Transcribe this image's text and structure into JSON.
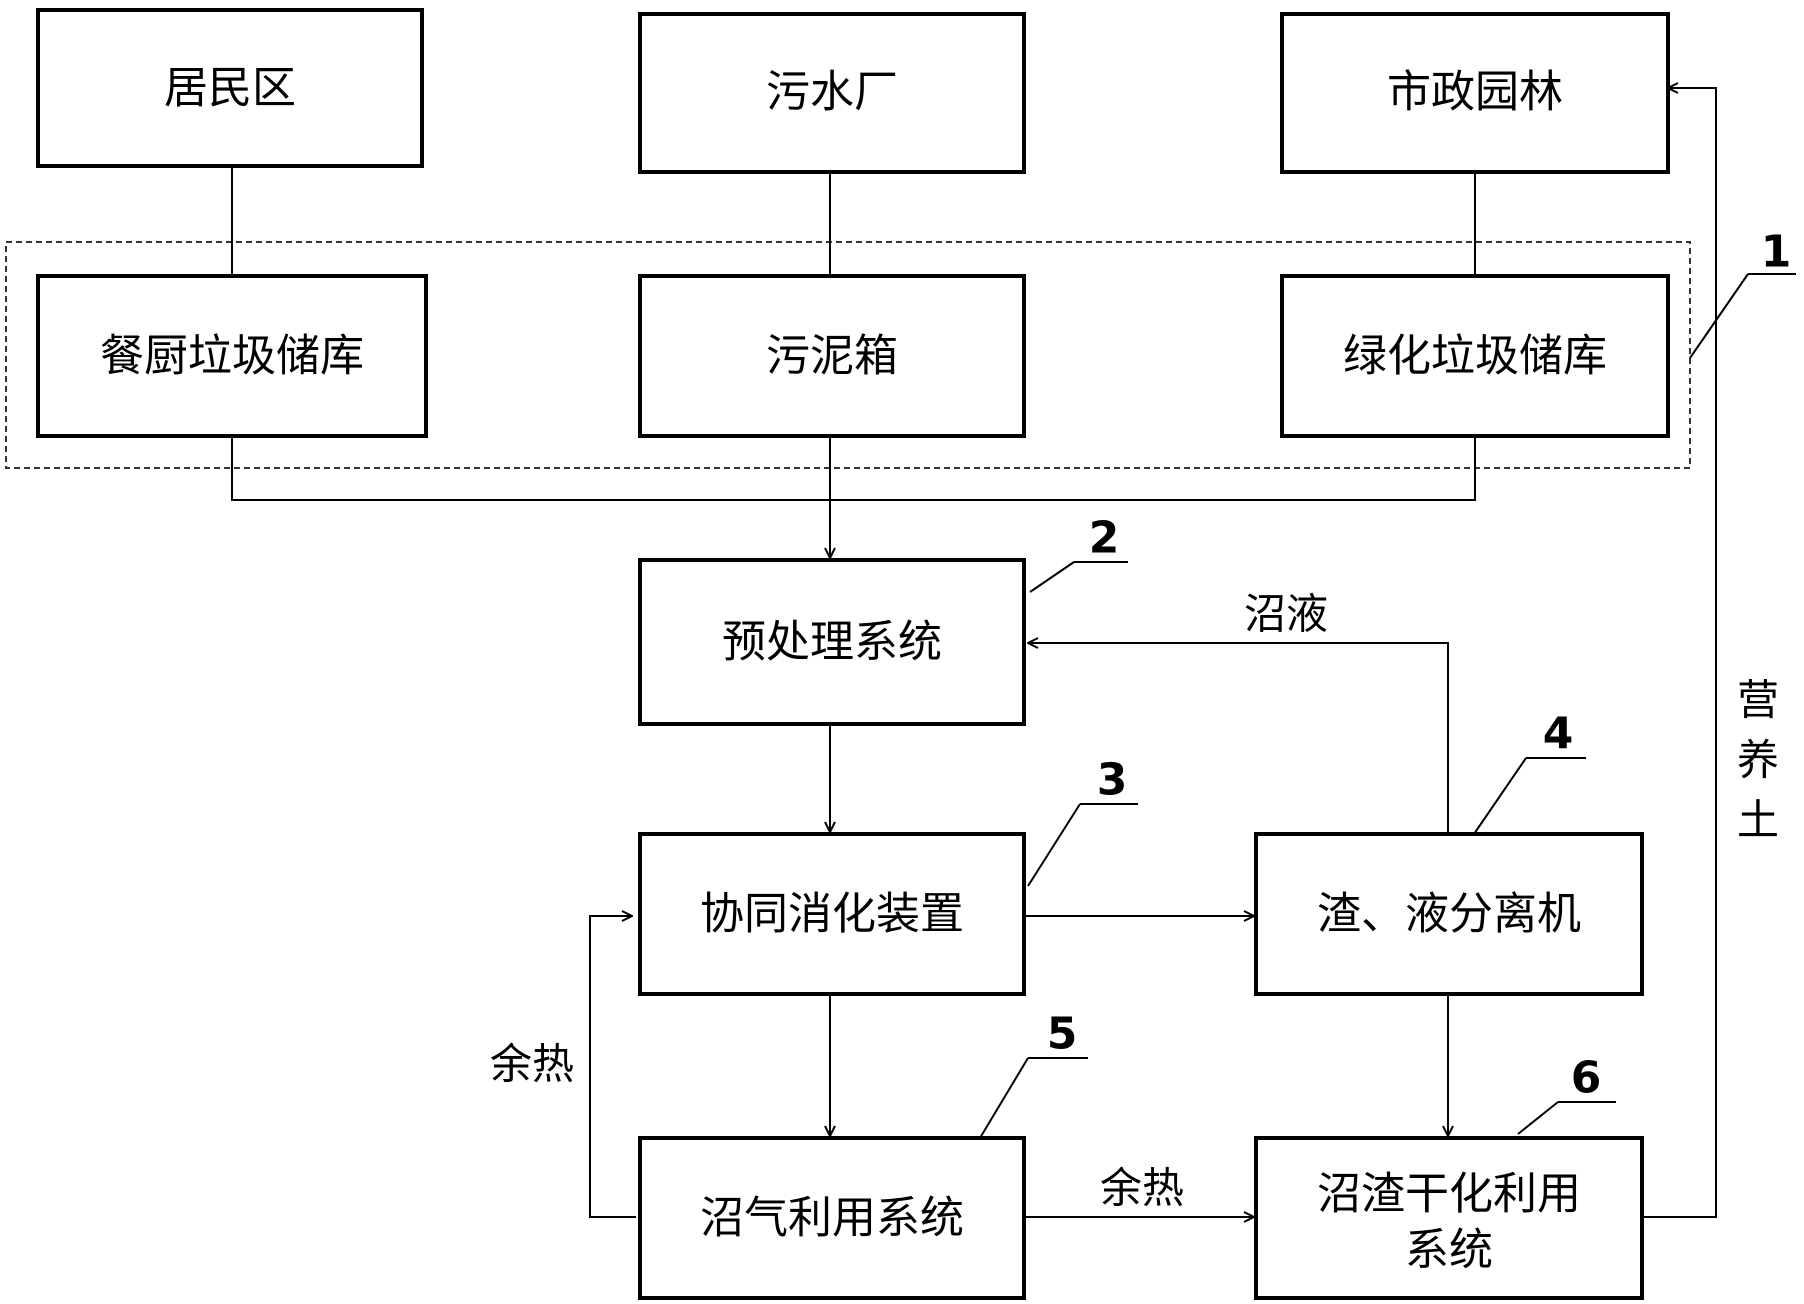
{
  "boxes": {
    "residential": "居民区",
    "sewage_plant": "污水厂",
    "municipal_garden": "市政园林",
    "kitchen_waste_storage": "餐厨垃圾储库",
    "sludge_tank": "污泥箱",
    "green_waste_storage": "绿化垃圾储库",
    "pretreatment": "预处理系统",
    "co_digestion": "协同消化装置",
    "separator": "渣、液分离机",
    "biogas_utilization": "沼气利用系统",
    "residue_drying_line1": "沼渣干化利用",
    "residue_drying_line2": "系统"
  },
  "flow_labels": {
    "biogas_liquid": "沼液",
    "waste_heat_left": "余热",
    "waste_heat_bottom": "余热",
    "nutrient_soil_1": "营",
    "nutrient_soil_2": "养",
    "nutrient_soil_3": "土"
  },
  "callouts": {
    "storage_group": "1",
    "pretreatment": "2",
    "co_digestion": "3",
    "separator": "4",
    "biogas_utilization": "5",
    "residue_drying": "6"
  }
}
